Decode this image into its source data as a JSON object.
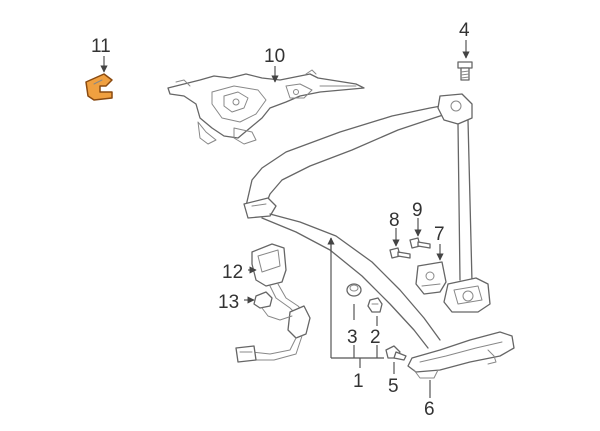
{
  "callouts": {
    "c1": "1",
    "c2": "2",
    "c3": "3",
    "c4": "4",
    "c5": "5",
    "c6": "6",
    "c7": "7",
    "c8": "8",
    "c9": "9",
    "c10": "10",
    "c11": "11",
    "c12": "12",
    "c13": "13"
  },
  "colors": {
    "highlight_fill": "#f0a040",
    "highlight_stroke": "#8a4a10",
    "line": "#666666"
  }
}
